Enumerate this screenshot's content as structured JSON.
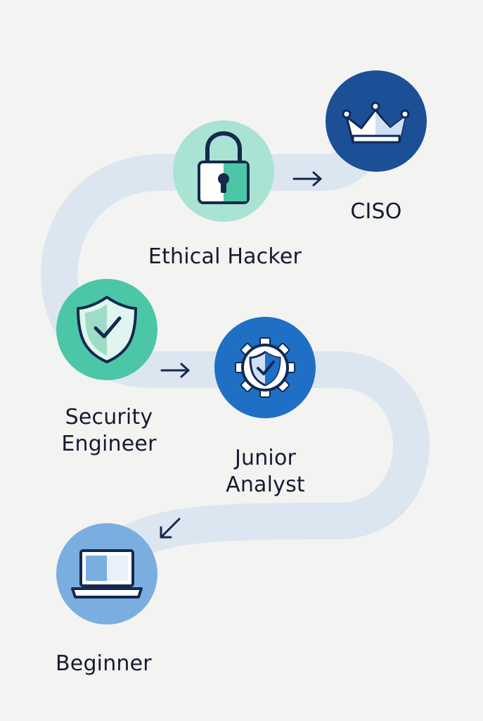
{
  "diagram": {
    "stages": [
      {
        "id": "beginner",
        "label_lines": [
          "Beginner"
        ],
        "icon": "laptop-icon"
      },
      {
        "id": "junior-analyst",
        "label_lines": [
          "Junior",
          "Analyst"
        ],
        "icon": "gear-shield-icon"
      },
      {
        "id": "security-engineer",
        "label_lines": [
          "Security",
          "Engineer"
        ],
        "icon": "shield-check-icon"
      },
      {
        "id": "ethical-hacker",
        "label_lines": [
          "Ethical Hacker"
        ],
        "icon": "padlock-icon"
      },
      {
        "id": "ciso",
        "label_lines": [
          "CISO"
        ],
        "icon": "crown-icon"
      }
    ],
    "colors": {
      "background": "#f3f3f2",
      "path": "#dce6f0",
      "teal_light": "#a9e3d3",
      "teal": "#4bc7a8",
      "blue_light": "#7aaee0",
      "blue": "#1f6fc4",
      "navy": "#1b4f96",
      "ink": "#15294d"
    }
  }
}
